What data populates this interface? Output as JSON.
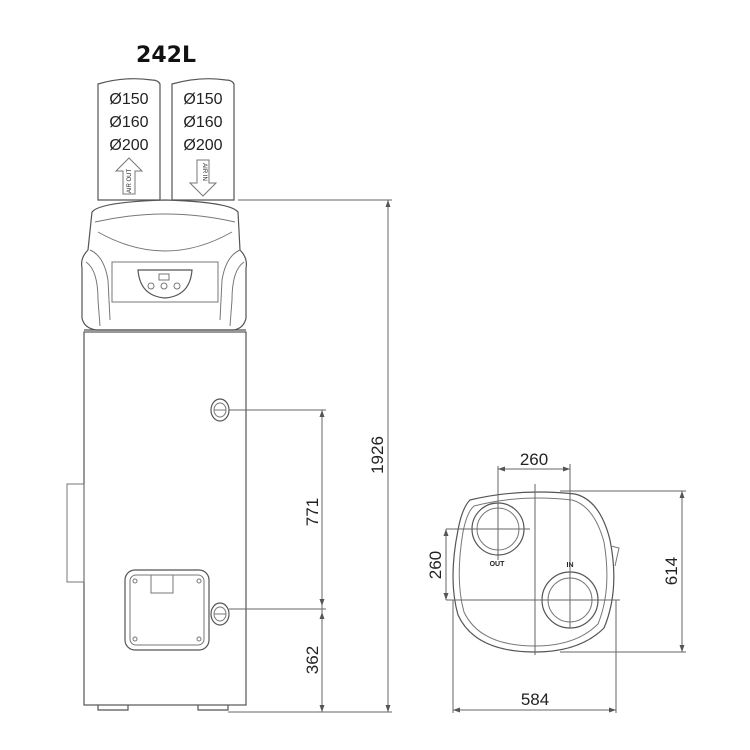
{
  "title": "242L",
  "ducts": {
    "left": {
      "diameters": [
        "Ø150",
        "Ø160",
        "Ø200"
      ],
      "arrow_label": "AIR OUT",
      "arrow_direction": "up"
    },
    "right": {
      "diameters": [
        "Ø150",
        "Ø160",
        "Ø200"
      ],
      "arrow_label": "AIR IN",
      "arrow_direction": "down"
    }
  },
  "side_view": {
    "dimensions": {
      "total_height": "1926",
      "connection_spacing": "771",
      "bottom_connection_height": "362"
    }
  },
  "top_view": {
    "labels": {
      "outlet": "OUT",
      "inlet": "IN"
    },
    "dimensions": {
      "horizontal_spacing": "260",
      "vertical_spacing": "260",
      "depth": "614",
      "width": "584"
    }
  },
  "colors": {
    "line": "#555555",
    "text": "#222222",
    "background": "#ffffff"
  }
}
